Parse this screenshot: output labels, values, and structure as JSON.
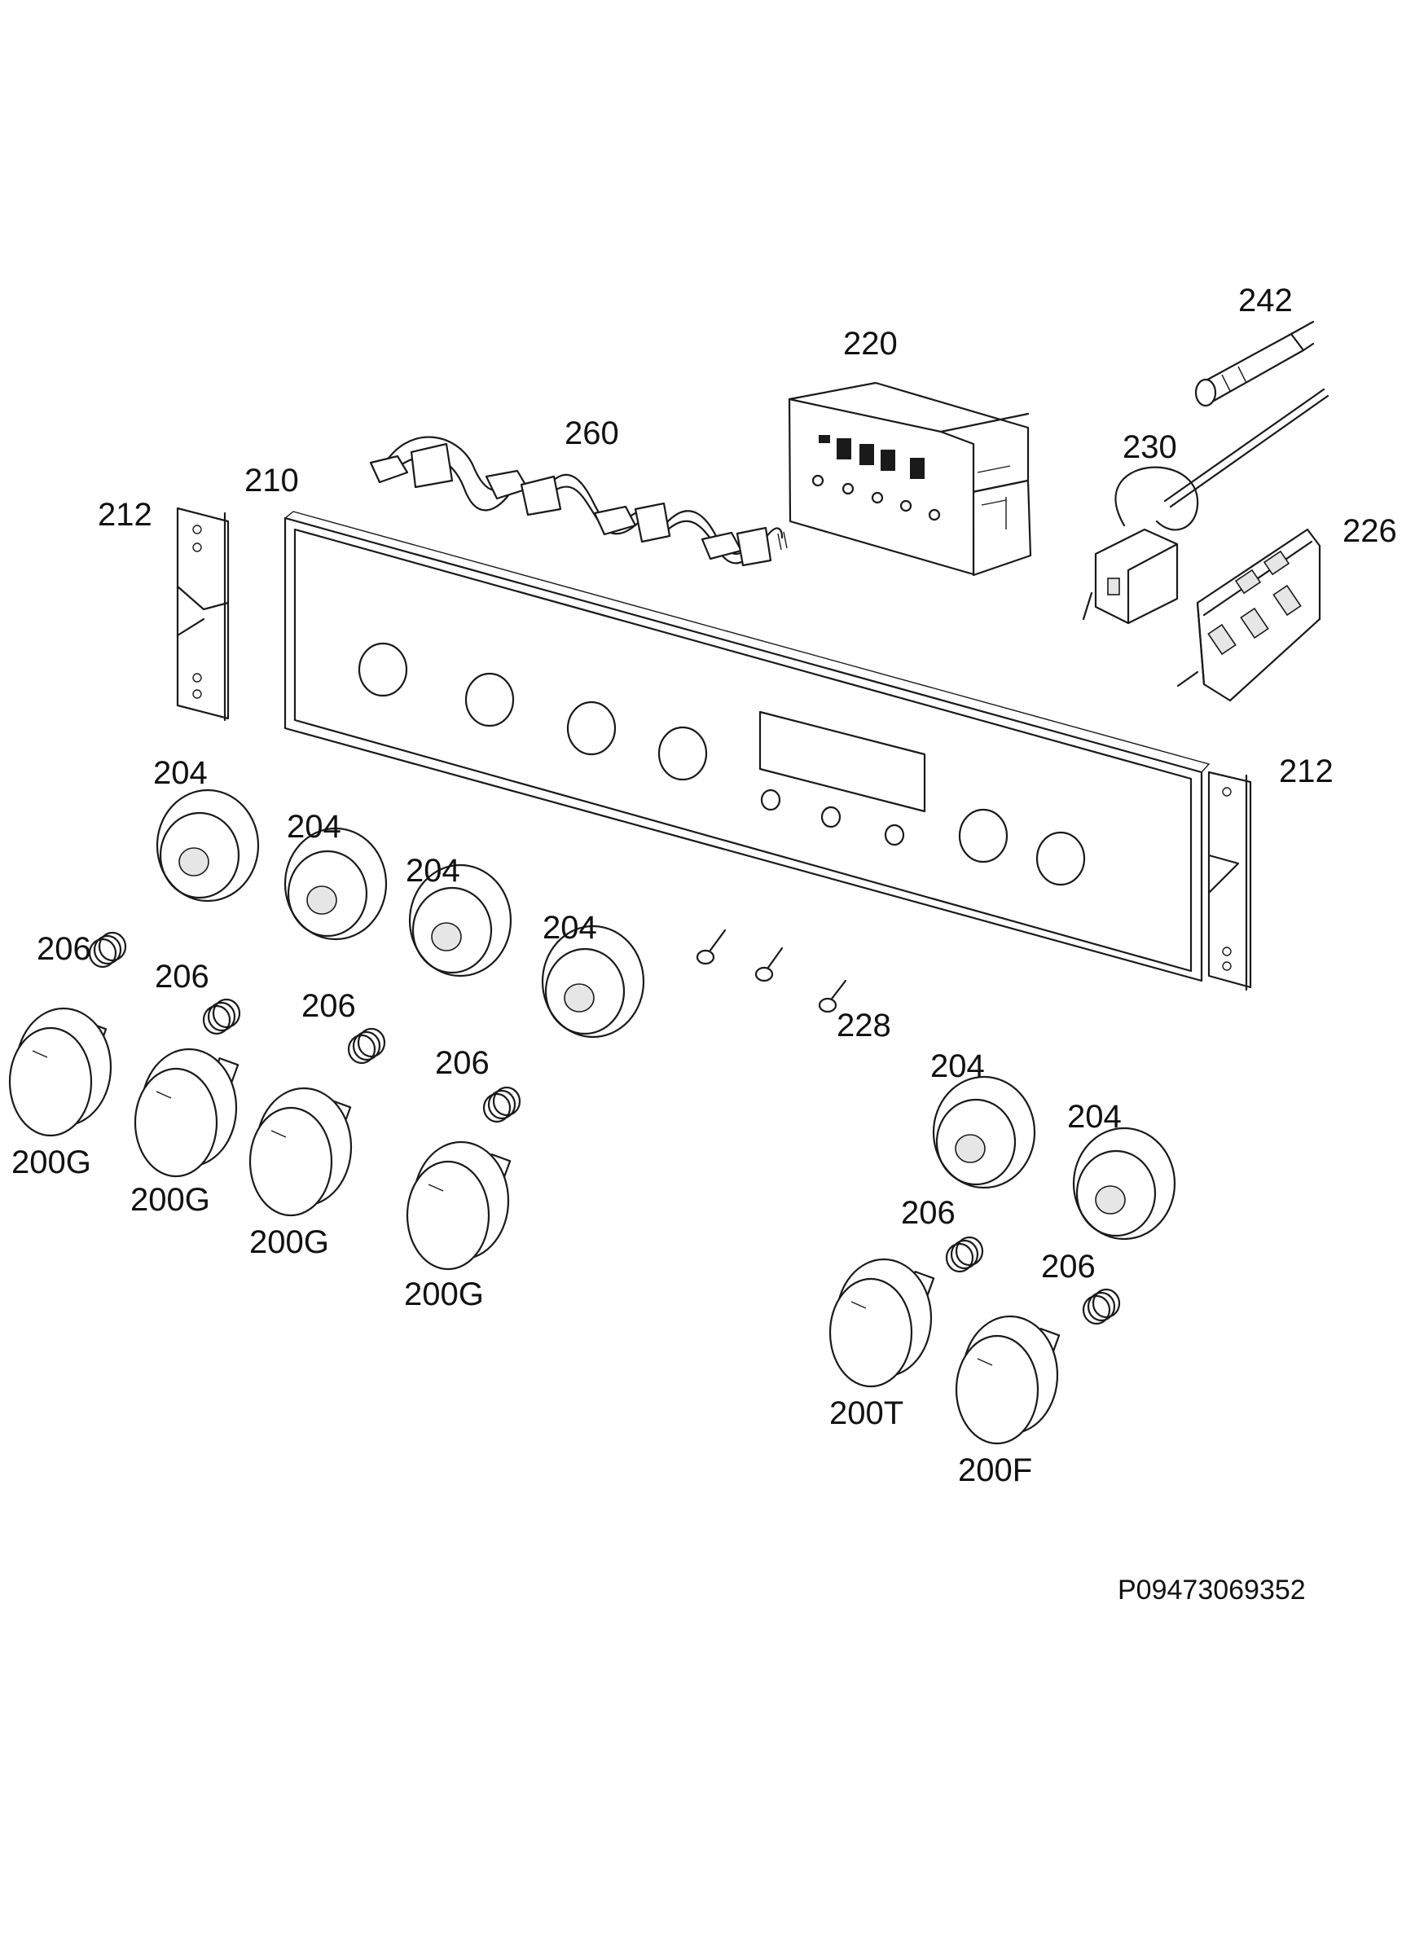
{
  "diagram": {
    "reference_code": "P09473069352",
    "parts": {
      "p200G": "200G",
      "p200T": "200T",
      "p200F": "200F",
      "p204": "204",
      "p206": "206",
      "p210": "210",
      "p212": "212",
      "p220": "220",
      "p226": "226",
      "p228": "228",
      "p230": "230",
      "p242": "242",
      "p260": "260"
    }
  }
}
